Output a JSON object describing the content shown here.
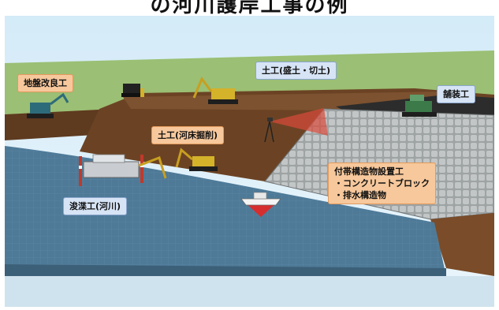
{
  "title": "の河川護岸工事の例",
  "labels": {
    "ground_improvement": "地盤改良工",
    "earthwork_fill_cut": "土工(盛土・切土)",
    "paving": "舗装工",
    "earthwork_riverbed": "土工(河床掘削)",
    "dredging": "浚渫工(河川)",
    "ancillary": {
      "heading": "付帯構造物設置工",
      "items": [
        "・コンクリートブロック",
        "・排水構造物"
      ]
    }
  },
  "colors": {
    "sky_top": "#d4ebf8",
    "sky_bottom": "#eaf5fb",
    "soil": "#6b4324",
    "water": "#4e7a98",
    "block": "#a9adad",
    "label_orange": "#f6c89c",
    "label_blue": "#d6e4f5",
    "machine_yellow": "#d4b22a"
  },
  "icons": [
    "excavator-icon",
    "bulldozer-icon",
    "paver-icon",
    "survey-tripod-icon",
    "dredger-barge-icon",
    "survey-boat-icon"
  ]
}
